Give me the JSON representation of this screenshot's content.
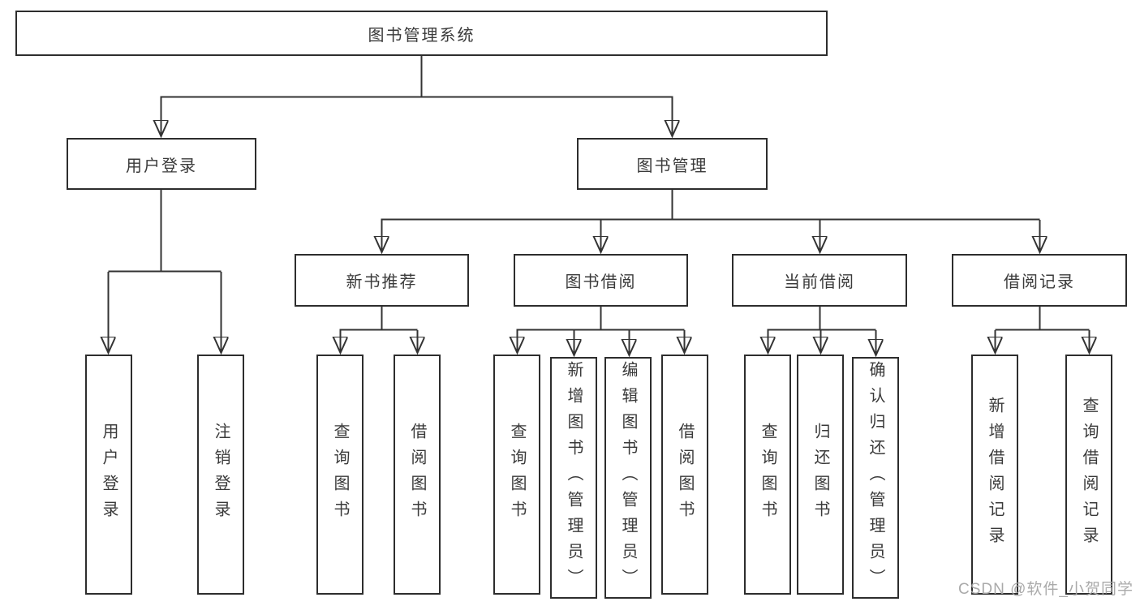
{
  "diagram": {
    "title_node": {
      "label": "图书管理系统"
    },
    "level2": [
      {
        "id": "user-login",
        "label": "用户登录",
        "parent": "图书管理系统"
      },
      {
        "id": "book-management",
        "label": "图书管理",
        "parent": "图书管理系统"
      }
    ],
    "level3": [
      {
        "id": "new-book-recommend",
        "label": "新书推荐",
        "parent": "图书管理"
      },
      {
        "id": "book-borrow",
        "label": "图书借阅",
        "parent": "图书管理"
      },
      {
        "id": "current-borrow",
        "label": "当前借阅",
        "parent": "图书管理"
      },
      {
        "id": "borrow-records",
        "label": "借阅记录",
        "parent": "图书管理"
      }
    ],
    "leaves": [
      {
        "label": "用户登录",
        "parent": "用户登录"
      },
      {
        "label": "注销登录",
        "parent": "用户登录"
      },
      {
        "label": "查询图书",
        "parent": "新书推荐"
      },
      {
        "label": "借阅图书",
        "parent": "新书推荐"
      },
      {
        "label": "查询图书",
        "parent": "图书借阅"
      },
      {
        "label": "新增图书（管理员）",
        "parent": "图书借阅"
      },
      {
        "label": "编辑图书（管理员）",
        "parent": "图书借阅"
      },
      {
        "label": "借阅图书",
        "parent": "图书借阅"
      },
      {
        "label": "查询图书",
        "parent": "当前借阅"
      },
      {
        "label": "归还图书",
        "parent": "当前借阅"
      },
      {
        "label": "确认归还（管理员）",
        "parent": "当前借阅"
      },
      {
        "label": "新增借阅记录",
        "parent": "借阅记录"
      },
      {
        "label": "查询借阅记录",
        "parent": "借阅记录"
      }
    ]
  },
  "watermark": "CSDN @软件_小贺同学",
  "colors": {
    "line": "#333333",
    "border": "#2d2d2d",
    "text": "#3a3a3a",
    "background": "#ffffff",
    "watermark": "#a6a6a6"
  }
}
